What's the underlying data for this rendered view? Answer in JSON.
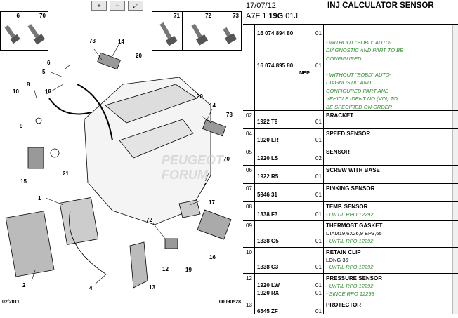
{
  "toolbar": {
    "zoom_in": "+",
    "zoom_out": "−",
    "fit": "⤢"
  },
  "bolts_left": [
    "6",
    "70"
  ],
  "bolts_right": [
    "71",
    "72",
    "73"
  ],
  "callouts": [
    "73",
    "14",
    "20",
    "6",
    "5",
    "10",
    "8",
    "18",
    "9",
    "20",
    "14",
    "73",
    "15",
    "21",
    "70",
    "7",
    "1",
    "17",
    "72",
    "2",
    "12",
    "19",
    "16",
    "4",
    "13"
  ],
  "watermark": "PEUGEOT-FORUM",
  "footer": {
    "left": "02/2011",
    "right": "00090528"
  },
  "header": {
    "date": "17/07/12",
    "code_prefix": "A7F 1",
    "code_bold": "19G",
    "code_suffix": "01J",
    "title": "INJ CALCULATOR SENSOR"
  },
  "parts": [
    {
      "idx": "",
      "lines": [
        {
          "ref": "16 074 894 80",
          "qty": "01"
        },
        {
          "note": "- WITHOUT \"EOBD\" AUTO-"
        },
        {
          "note": "DIAGNOSTIC AND PART TO BE"
        },
        {
          "note": "CONFIGURED"
        },
        {
          "ref": "16 074 895 80",
          "qty": "01",
          "nfp": "NFP"
        },
        {
          "note": "- WITHOUT \"EOBD\" AUTO-"
        },
        {
          "note": "DIAGNOSTIC AND"
        },
        {
          "note": "CONFIGURED PART AND"
        },
        {
          "note": "VEHICLE IDENT NO (VIN) TO"
        },
        {
          "note": "BE SPECIFIED ON ORDER"
        }
      ]
    },
    {
      "idx": "02",
      "desc": "BRACKET",
      "refs": [
        {
          "ref": "1922 T9",
          "qty": "01"
        }
      ]
    },
    {
      "idx": "04",
      "desc": "SPEED SENSOR",
      "refs": [
        {
          "ref": "1920 LR",
          "qty": "01"
        }
      ]
    },
    {
      "idx": "05",
      "desc": "SENSOR",
      "refs": [
        {
          "ref": "1920 LS",
          "qty": "02"
        }
      ]
    },
    {
      "idx": "06",
      "desc": "SCREW WITH BASE",
      "refs": [
        {
          "ref": "1922 R5",
          "qty": "01"
        }
      ]
    },
    {
      "idx": "07",
      "desc": "PINKING SENSOR",
      "refs": [
        {
          "ref": "5946 31",
          "qty": "01"
        }
      ]
    },
    {
      "idx": "08",
      "desc": "TEMP. SENSOR",
      "notes": [
        "- UNTIL RPO 12292"
      ],
      "refs": [
        {
          "ref": "1338 F3",
          "qty": "01"
        }
      ]
    },
    {
      "idx": "09",
      "desc": "THERMOST GASKET",
      "dim": "DIAM19,6X26,9 EP3,65",
      "notes": [
        "- UNTIL RPO 12292"
      ],
      "refs": [
        {
          "ref": "1338 G5",
          "qty": "01"
        }
      ]
    },
    {
      "idx": "10",
      "desc": "RETAIN CLIP",
      "dim": "LONG 36",
      "notes": [
        "- UNTIL RPO 12292"
      ],
      "refs": [
        {
          "ref": "1338 C3",
          "qty": "01"
        }
      ]
    },
    {
      "idx": "12",
      "desc": "PRESSURE SENSOR",
      "notes": [
        "- UNTIL RPO 12292",
        "- SINCE RPO 12293"
      ],
      "refs": [
        {
          "ref": "1920 LW",
          "qty": "01"
        },
        {
          "ref": "1920 RX",
          "qty": "01"
        }
      ]
    },
    {
      "idx": "13",
      "desc": "PROTECTOR",
      "refs": [
        {
          "ref": "6545 ZF",
          "qty": "01"
        }
      ]
    }
  ],
  "colors": {
    "note": "#2e8b2e"
  }
}
